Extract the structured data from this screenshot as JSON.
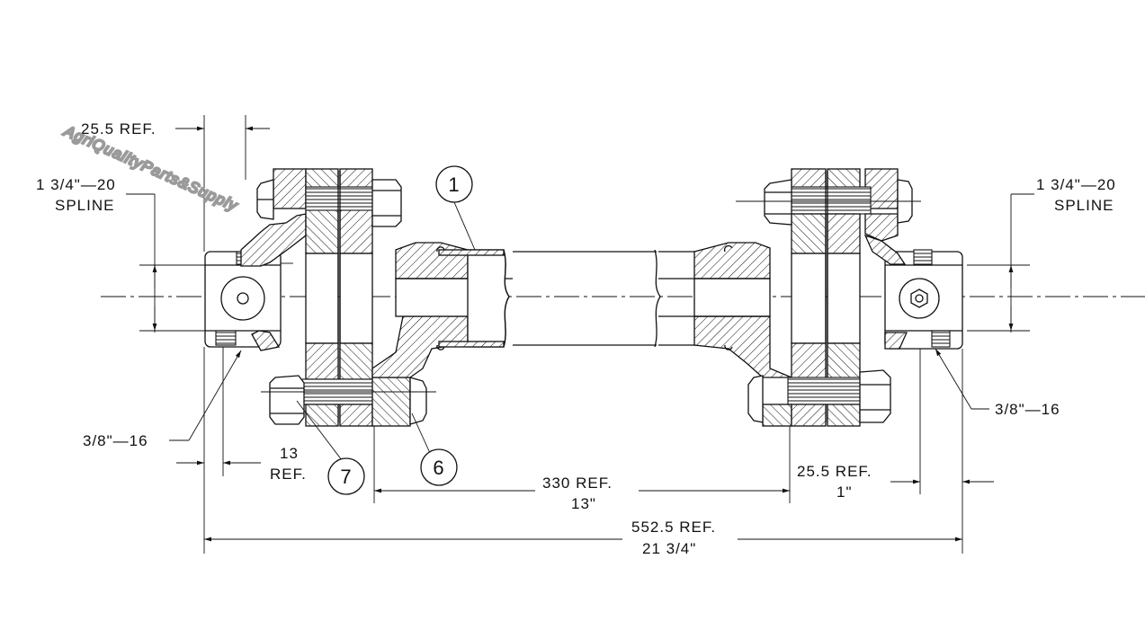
{
  "labels": {
    "ref_25_5_top": "25.5 REF.",
    "spline_left_1": "1 3/4\"—20",
    "spline_left_2": "SPLINE",
    "spline_right_1": "1 3/4\"—20",
    "spline_right_2": "SPLINE",
    "thread_left": "3/8\"—16",
    "thread_right": "3/8\"—16",
    "ref_13_a": "13",
    "ref_13_b": "REF.",
    "ref_330_a": "330 REF.",
    "ref_330_b": "13\"",
    "ref_25_5_right_a": "25.5 REF.",
    "ref_25_5_right_b": "1\"",
    "ref_552_a": "552.5 REF.",
    "ref_552_b": "21 3/4\""
  },
  "balloons": {
    "b1": "1",
    "b6": "6",
    "b7": "7"
  },
  "watermark": "AgriQualityParts&Supply"
}
